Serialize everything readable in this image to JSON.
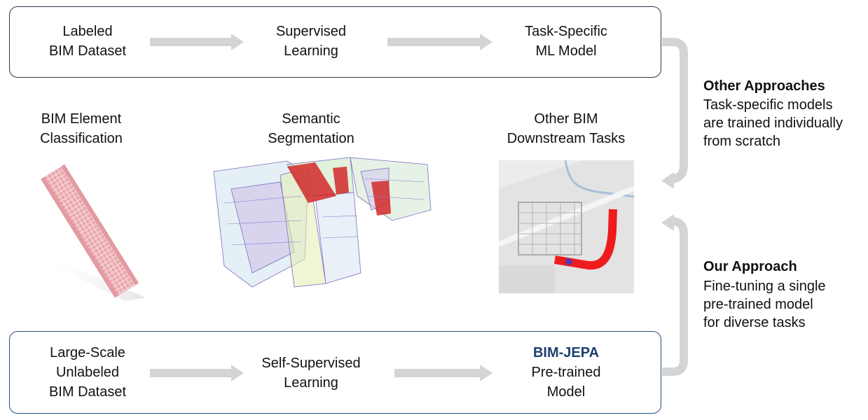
{
  "top_pipeline": {
    "step1": [
      "Labeled",
      "BIM Dataset"
    ],
    "step2": [
      "Supervised",
      "Learning"
    ],
    "step3": [
      "Task-Specific",
      "ML Model"
    ]
  },
  "tasks": {
    "task1": [
      "BIM Element",
      "Classification"
    ],
    "task2": [
      "Semantic",
      "Segmentation"
    ],
    "task3": [
      "Other BIM",
      "Downstream Tasks"
    ]
  },
  "bottom_pipeline": {
    "step1": [
      "Large-Scale",
      "Unlabeled",
      "BIM Dataset"
    ],
    "step2": [
      "Self-Supervised",
      "Learning"
    ],
    "step3_brand": "BIM-JEPA",
    "step3": [
      "Pre-trained",
      "Model"
    ]
  },
  "other_approaches": {
    "title": "Other Approaches",
    "body": [
      "Task-specific models",
      "are trained individually",
      "from scratch"
    ]
  },
  "our_approach": {
    "title": "Our Approach",
    "body": [
      "Fine-tuning a single",
      "pre-trained model",
      "for diverse tasks"
    ]
  },
  "colors": {
    "arrow": "#d4d4d4",
    "brand": "#1d3f6e",
    "box_border": "#2b3a4a"
  }
}
